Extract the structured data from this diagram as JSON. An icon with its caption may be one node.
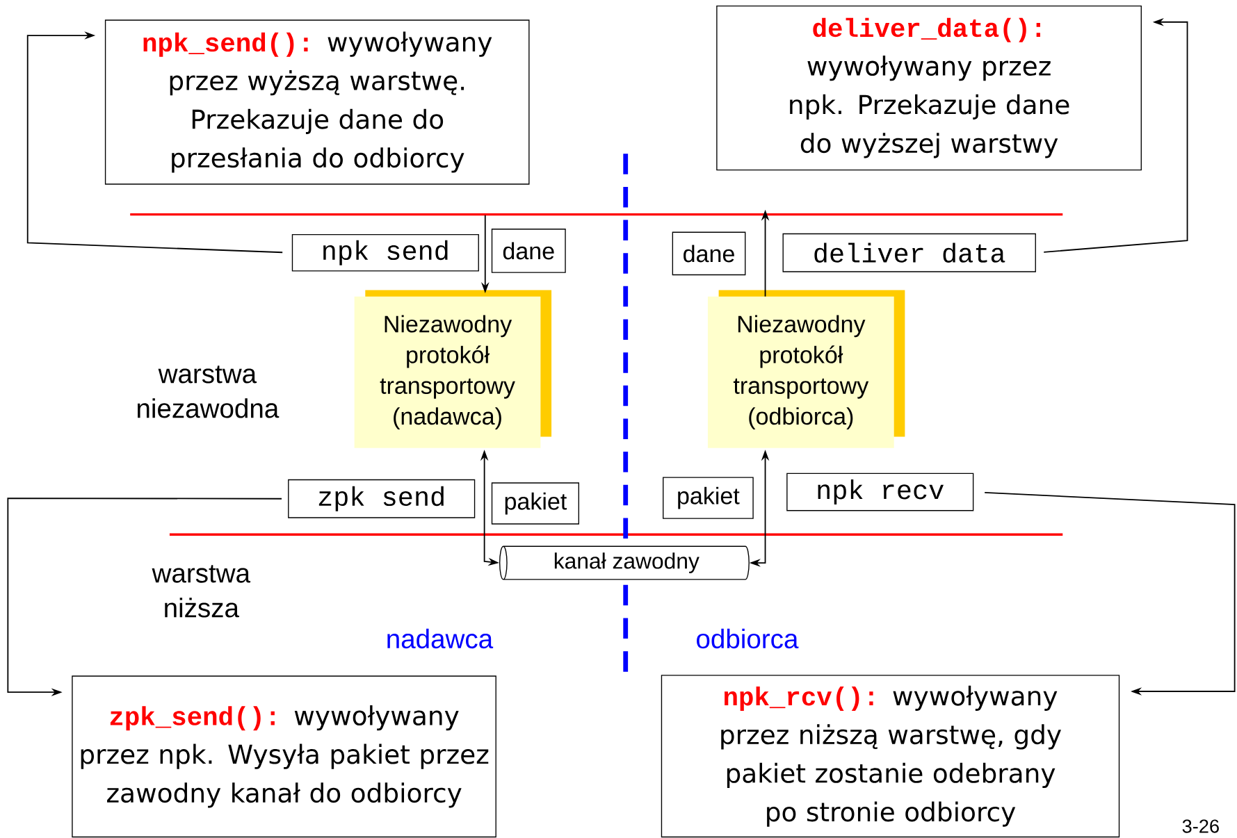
{
  "diagram": {
    "nodes": [
      {
        "text": [
          "npk_send():",
          "wywoływany przez wyższą warstwę. Przekazuje dane do przesłania do odbiorcy"
        ]
      },
      {
        "text": [
          "deliver_data():",
          "wywoływany przez npk. Przekazuje dane do wyższej warstwy"
        ]
      },
      {
        "text": [
          "npk send"
        ]
      },
      {
        "text": [
          "dane"
        ]
      },
      {
        "text": [
          "Niezawodny protokół transportowy (nadawca)"
        ]
      },
      {
        "text": [
          "dane"
        ]
      },
      {
        "text": [
          "deliver data"
        ]
      },
      {
        "text": [
          "Niezawodny protokół transportowy (odbiorca)"
        ]
      },
      {
        "text": [
          "zpk send"
        ]
      },
      {
        "text": [
          "pakiet"
        ]
      },
      {
        "text": [
          "pakiet"
        ]
      },
      {
        "text": [
          "npk recv"
        ]
      },
      {
        "text": [
          "kanał zawodny"
        ]
      },
      {
        "text": [
          "zpk_send():",
          "wywoływany przez npk. Wysyła pakiet przez zawodny kanał do odbiorcy"
        ]
      },
      {
        "text": [
          "npk_rcv():",
          "wywoływany przez niższą warstwę, gdy pakiet zostanie odebrany po stronie odbiorcy"
        ]
      }
    ],
    "edges": [
      {
        "from": 2,
        "to": 0,
        "arrow": "to"
      },
      {
        "from": 6,
        "to": 1,
        "arrow": "to"
      },
      {
        "from": 8,
        "to": 13,
        "arrow": "to"
      },
      {
        "from": 11,
        "to": 14,
        "arrow": "to"
      },
      {
        "from": null,
        "to": 4,
        "arrow": "to"
      },
      {
        "from": 7,
        "to": null,
        "arrow": "to"
      },
      {
        "from": 4,
        "to": 12,
        "arrow": "both"
      },
      {
        "from": 12,
        "to": 7,
        "arrow": "both"
      }
    ],
    "labels": [
      "warstwa niezawodna",
      "warstwa niższa",
      "nadawca",
      "odbiorca",
      "3-26"
    ]
  }
}
